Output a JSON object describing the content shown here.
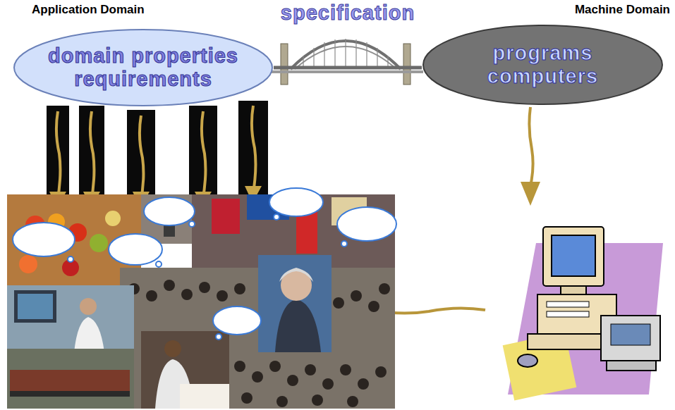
{
  "diagram": {
    "nodes": [
      {
        "text": [
          "domain properties",
          "requirements"
        ]
      },
      {
        "text": [
          "programs",
          "computers"
        ]
      }
    ],
    "edges": [
      {
        "from": 0,
        "to": 1,
        "arrow": "none",
        "label": "specification"
      }
    ],
    "labels": [
      "Application Domain",
      "Machine Domain"
    ]
  }
}
